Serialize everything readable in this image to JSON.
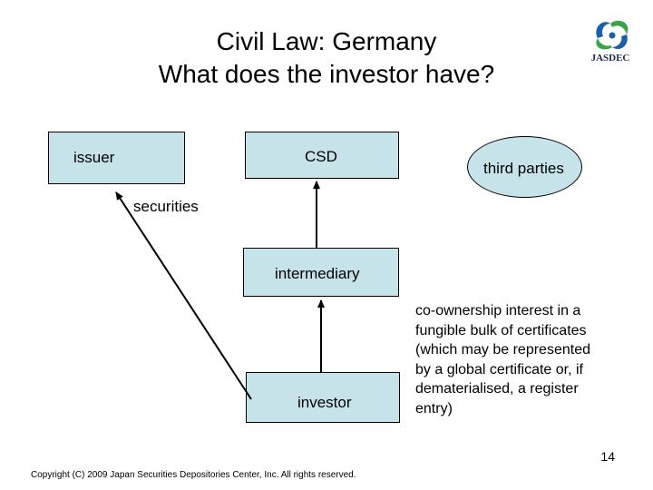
{
  "title": {
    "line1": "Civil Law: Germany",
    "line2": "What does the investor have?"
  },
  "logo": {
    "text": "JASDEC",
    "colors": {
      "blue": "#1b5fa8",
      "green": "#3aa548"
    }
  },
  "boxes": {
    "issuer": "issuer",
    "csd": "CSD",
    "intermediary": "intermediary",
    "investor": "investor",
    "third_parties": "third parties"
  },
  "labels": {
    "securities": "securities"
  },
  "description": {
    "lines": [
      "co-ownership interest in a",
      "fungible bulk of certificates",
      "(which may be represented",
      "by a global certificate or, if",
      "dematerialised, a register",
      "entry)"
    ]
  },
  "footer": {
    "page_number": "14",
    "copyright": "Copyright (C) 2009 Japan Securities Depositories Center, Inc. All rights reserved."
  },
  "colors": {
    "box_fill": "#c5e3e8",
    "border": "#000000"
  }
}
